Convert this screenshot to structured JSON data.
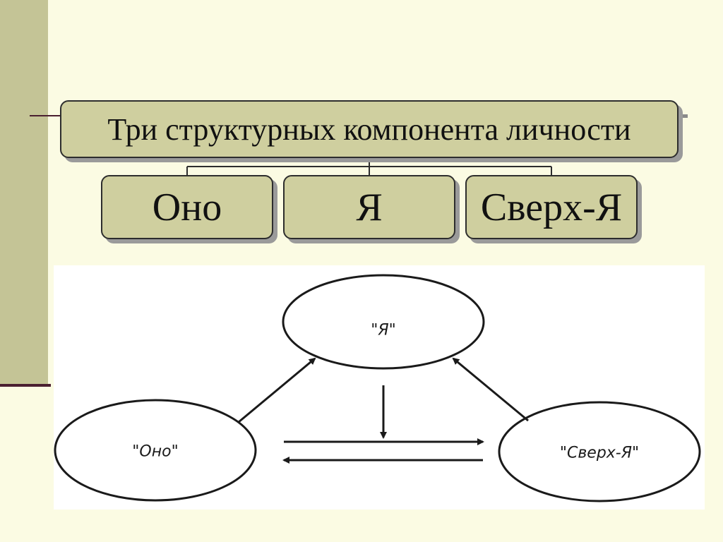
{
  "title": "Три структурных компонента личности",
  "components": [
    {
      "id": "ono",
      "label": "Оно"
    },
    {
      "id": "ya",
      "label": "Я"
    },
    {
      "id": "super",
      "label": "Сверх-Я"
    }
  ],
  "scheme": {
    "ya_label": "\"Я\"",
    "ono_label": "\"Оно\"",
    "super_label": "\"Сверх-Я\""
  },
  "colors": {
    "background": "#fbfbe3",
    "box_fill": "#cfcf9f",
    "sidebar": "#c4c496",
    "accent_rule": "#4a1f30"
  }
}
